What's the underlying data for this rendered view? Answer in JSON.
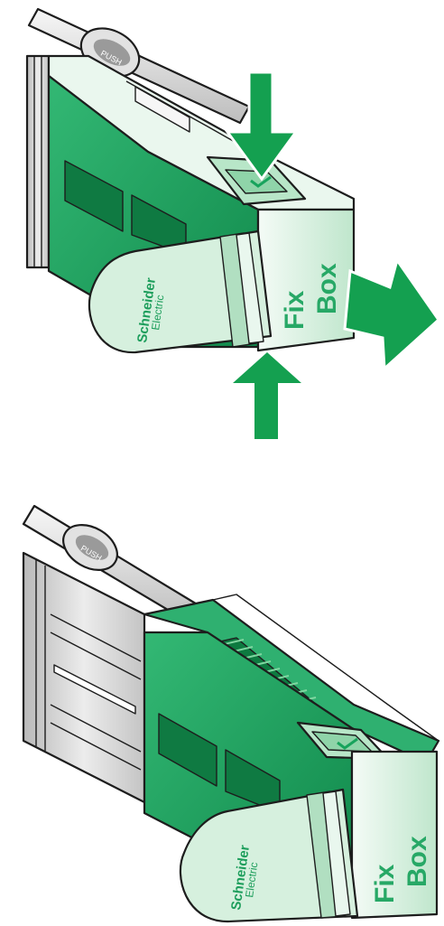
{
  "top_device": {
    "brand": {
      "line1": "Schneider",
      "line2": "Electric"
    },
    "label": {
      "line1": "Fix",
      "line2": "Box"
    },
    "push_label": "PUSH",
    "arrows": [
      "press-down-arrow",
      "press-up-arrow",
      "pull-out-arrow"
    ]
  },
  "bottom_device": {
    "brand": {
      "line1": "Schneider",
      "line2": "Electric"
    },
    "label": {
      "line1": "Fix",
      "line2": "Box"
    },
    "push_label": "PUSH"
  },
  "colors": {
    "green_primary": "#17a35c",
    "green_light": "#c8ecd3",
    "green_mid": "#4cc07f",
    "grey_housing": "#d6d6d6",
    "arrow_green": "#14a050"
  }
}
